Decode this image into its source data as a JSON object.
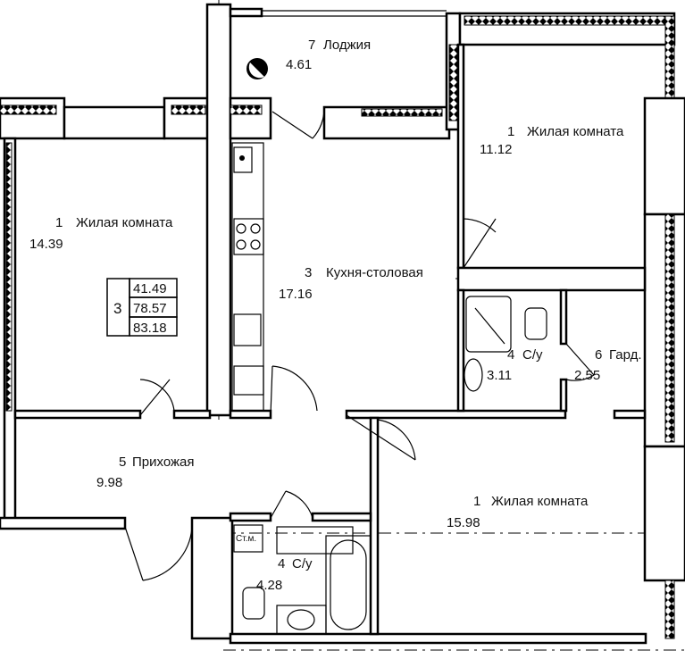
{
  "rooms": [
    {
      "number": "1",
      "name": "Жилая комната",
      "area": "14.39"
    },
    {
      "number": "1",
      "name": "Жилая комната",
      "area": "11.12"
    },
    {
      "number": "1",
      "name": "Жилая комната",
      "area": "15.98"
    },
    {
      "number": "3",
      "name": "Кухня-столовая",
      "area": "17.16"
    },
    {
      "number": "4",
      "name": "С/у",
      "area": "3.11"
    },
    {
      "number": "4",
      "name": "С/у",
      "area": "4.28"
    },
    {
      "number": "5",
      "name": "Прихожая",
      "area": "9.98"
    },
    {
      "number": "6",
      "name": "Гард.",
      "area": "2.55"
    },
    {
      "number": "7",
      "name": "Лоджия",
      "area": "4.61"
    }
  ],
  "summary": {
    "rooms_count": "3",
    "living_area": "41.49",
    "total_area": "78.57",
    "total_with_loggia": "83.18"
  },
  "fixture_labels": {
    "washer": "Ст.м."
  }
}
